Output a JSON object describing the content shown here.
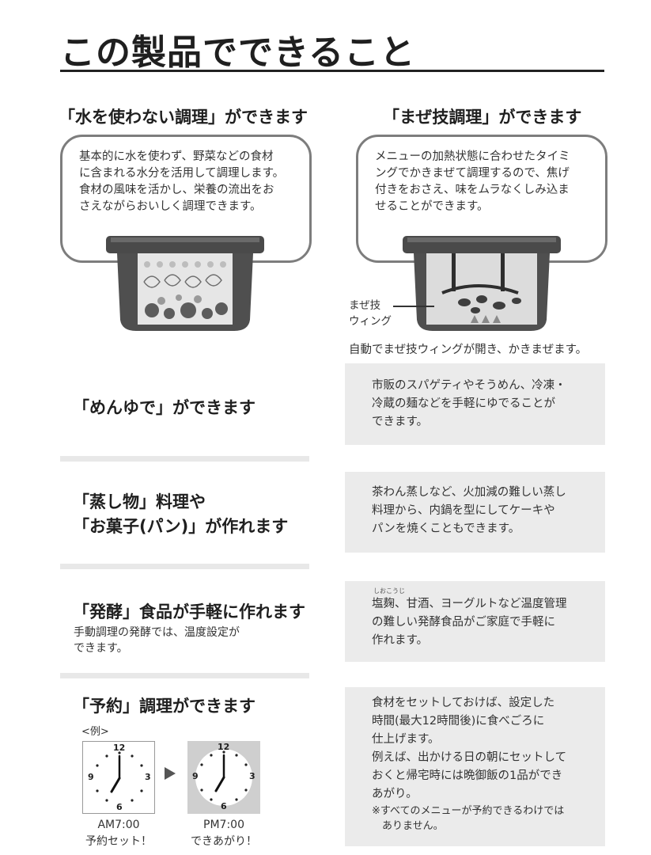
{
  "page": {
    "title": "この製品でできること"
  },
  "features": {
    "no_water": {
      "title": "「水を使わない調理」ができます",
      "text": [
        "基本的に水を使わず、野菜などの食材",
        "に含まれる水分を活用して調理します。",
        "食材の風味を活かし、栄養の流出をお",
        "さえながらおいしく調理できます。"
      ]
    },
    "mazegi": {
      "title": "「まぜ技調理」ができます",
      "text": [
        "メニューの加熱状態に合わせたタイミ",
        "ングでかきまぜて調理するので、焦げ",
        "付きをおさえ、味をムラなくしみ込ま",
        "せることができます。"
      ],
      "label_line1": "まぜ技",
      "label_line2": "ウィング",
      "caption": "自動でまぜ技ウィングが開き、かきまぜます。"
    },
    "menyude": {
      "title": "「めんゆで」ができます",
      "text": [
        "市販のスパゲティやそうめん、冷凍・",
        "冷蔵の麺などを手軽にゆでることが",
        "できます。"
      ]
    },
    "mushimono": {
      "title_line1": "「蒸し物」料理や",
      "title_line2": "「お菓子(パン)」が作れます",
      "text": [
        "茶わん蒸しなど、火加減の難しい蒸し",
        "料理から、内鍋を型にしてケーキや",
        "パンを焼くこともできます。"
      ]
    },
    "hakko": {
      "title": "「発酵」食品が手軽に作れます",
      "sub": [
        "手動調理の発酵では、温度設定が",
        "できます。"
      ],
      "ruby": "しおこうじ",
      "text": [
        "塩麹、甘酒、ヨーグルトなど温度管理",
        "の難しい発酵食品がご家庭で手軽に",
        "作れます。"
      ]
    },
    "yoyaku": {
      "title": "「予約」調理ができます",
      "example_label": "<例>",
      "clock_nums": {
        "n12": "12",
        "n3": "3",
        "n6": "6",
        "n9": "9"
      },
      "clock1_time": "AM7:00",
      "clock1_caption": "予約セット！",
      "clock2_time": "PM7:00",
      "clock2_caption": "できあがり！",
      "text": [
        "食材をセットしておけば、設定した",
        "時間(最大12時間後)に食べごろに",
        "仕上げます。",
        "例えば、出かける日の朝にセットして",
        "おくと帰宅時には晩御飯の1品ができ",
        "あがり。"
      ],
      "note": [
        "※すべてのメニューが予約できるわけでは",
        "　ありません。"
      ]
    }
  },
  "colors": {
    "bubble_border": "#7d7d7d",
    "desc_bg": "#ebebeb",
    "separator": "#e8e8e8",
    "cooker_body": "#4a4a4a"
  }
}
